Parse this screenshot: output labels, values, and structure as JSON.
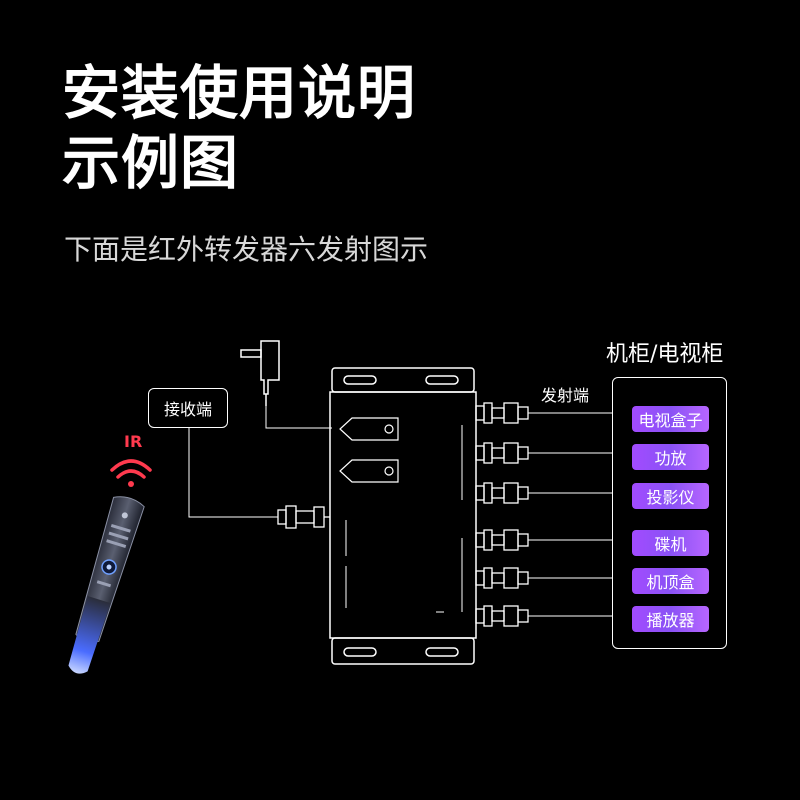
{
  "title": {
    "line1": "安装使用说明",
    "line2": "示例图"
  },
  "subtitle": "下面是红外转发器六发射图示",
  "receiver_label": "接收端",
  "ir_label": "IR",
  "emitter_label": "发射端",
  "cabinet_label": "机柜/电视柜",
  "devices": [
    "电视盒子",
    "功放",
    "投影仪",
    "碟机",
    "机顶盒",
    "播放器"
  ],
  "colors": {
    "background": "#000000",
    "device_button": "#9b4dff",
    "ir_signal": "#ff3a4e"
  }
}
